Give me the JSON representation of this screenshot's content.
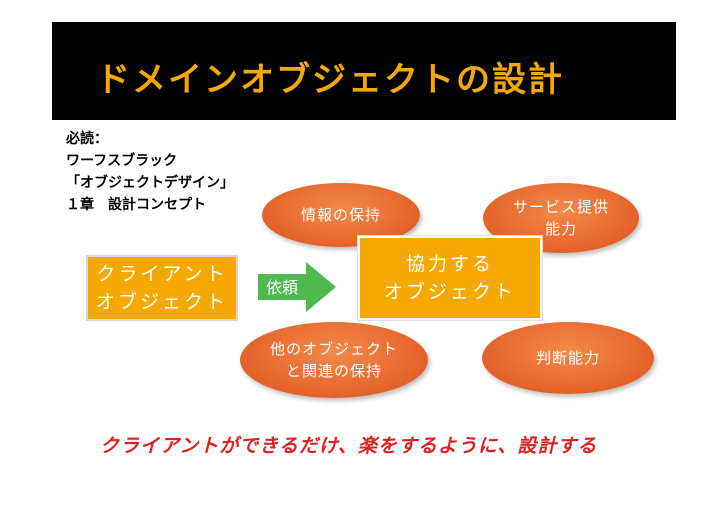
{
  "title": "ドメインオブジェクトの設計",
  "reading": {
    "line1": "必読：",
    "line2": "ワーフスブラック",
    "line3": "「オブジェクトデザイン」",
    "line4": "１章　設計コンセプト"
  },
  "client": {
    "line1": "クライアント",
    "line2": "オブジェクト"
  },
  "arrow_label": "依頼",
  "collaborator": {
    "line1": "協力する",
    "line2": "オブジェクト"
  },
  "responsibilities": {
    "info": "情報の保持",
    "service": {
      "line1": "サービス提供",
      "line2": "能力"
    },
    "relation": {
      "line1": "他のオブジェクト",
      "line2": "と関連の保持"
    },
    "judgment": "判断能力"
  },
  "footer": "クライアントができるだけ、楽をするように、設計する",
  "colors": {
    "title_bg": "#000000",
    "title_text": "#f5a800",
    "box_fill": "#f5a800",
    "arrow_fill": "#4fb84f",
    "ellipse_fill": "#e4622a",
    "footer_text": "#e02020"
  }
}
